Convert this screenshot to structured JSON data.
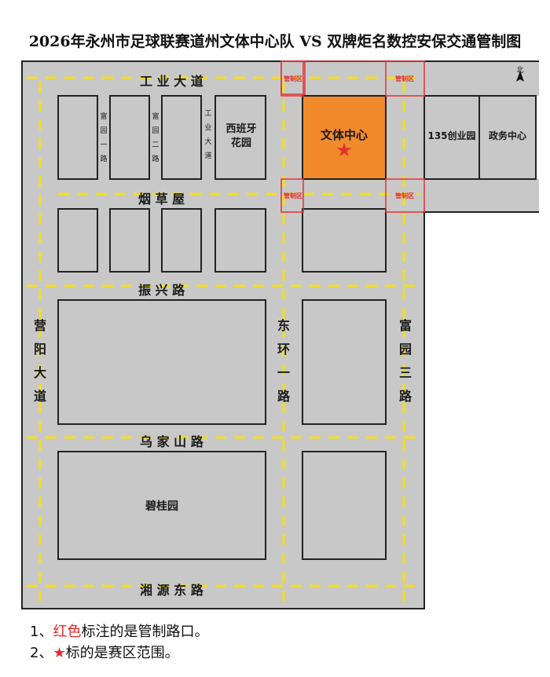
{
  "title": "2026年永州市足球联赛道州文体中心队  VS  双牌炬名数控安保交通管制图",
  "roads": {
    "gongye": "工 业 大 道",
    "yancao": "烟    草    屋",
    "zhenxing": "振    兴    路",
    "wujiashan": "乌 家 山 路",
    "xiangyuan": "湘 源 东 路",
    "yingyang": "营阳大道",
    "donghuan": "东环一路",
    "fuyuan3": "富园三路",
    "fuyuan1": "富园一路",
    "fuyuan2": "富园二路",
    "gongye_alley": "工业大道"
  },
  "blocks": {
    "xibanya": "西班牙花园",
    "wenti": "文体中心",
    "chuangye": "135创业园",
    "zhengwu": "政务中心",
    "bigui": "碧桂园"
  },
  "control_label": "管制区",
  "north_label": "北",
  "legend": {
    "line1_prefix": "1、",
    "line1_red": "红色",
    "line1_rest": "标注的是管制路口。",
    "line2_prefix": "2、",
    "line2_star": "★",
    "line2_rest": "标的是赛区范围。"
  },
  "colors": {
    "road": "#c8c8c8",
    "block": "#c8c8c8",
    "dash": "#f2de1c",
    "highlight": "#f08a2c",
    "control": "#e53030"
  }
}
